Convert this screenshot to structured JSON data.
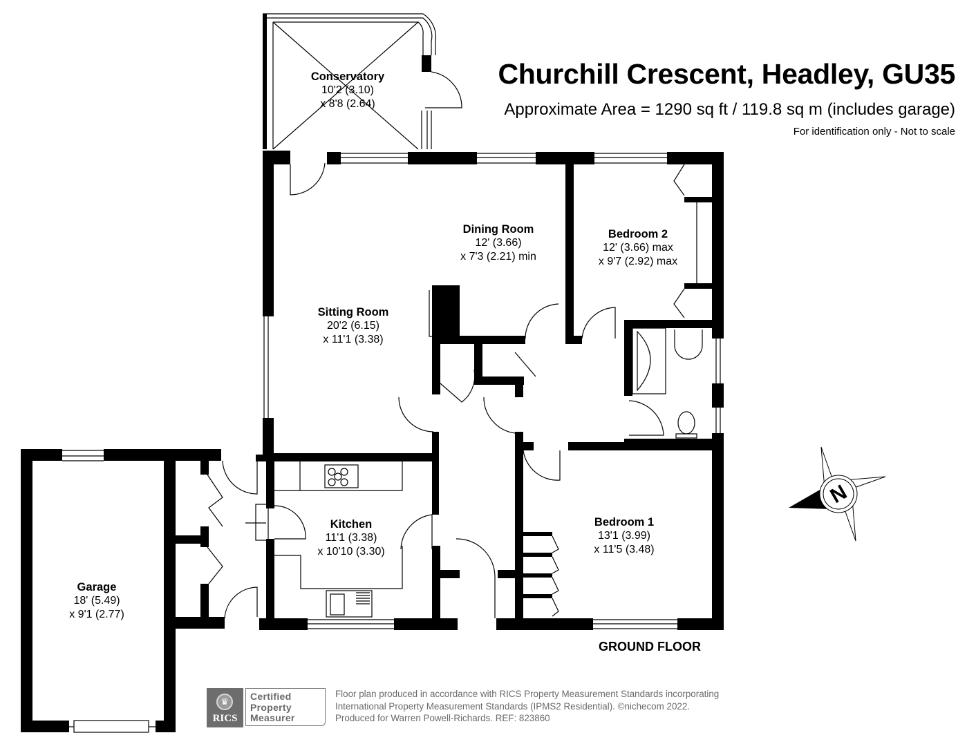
{
  "header": {
    "title": "Churchill Crescent, Headley, GU35",
    "area": "Approximate Area = 1290 sq ft / 119.8 sq m (includes garage)",
    "note": "For identification only - Not to scale"
  },
  "floor": {
    "label": "GROUND FLOOR"
  },
  "rooms": [
    {
      "name": "Conservatory",
      "dim1": "10'2 (3.10)",
      "dim2": "x 8'8 (2.64)"
    },
    {
      "name": "Dining Room",
      "dim1": "12' (3.66)",
      "dim2": "x 7'3 (2.21) min"
    },
    {
      "name": "Bedroom 2",
      "dim1": "12' (3.66) max",
      "dim2": "x 9'7 (2.92) max"
    },
    {
      "name": "Sitting Room",
      "dim1": "20'2 (6.15)",
      "dim2": "x 11'1 (3.38)"
    },
    {
      "name": "Kitchen",
      "dim1": "11'1 (3.38)",
      "dim2": "x 10'10 (3.30)"
    },
    {
      "name": "Bedroom 1",
      "dim1": "13'1 (3.99)",
      "dim2": "x 11'5 (3.48)"
    },
    {
      "name": "Garage",
      "dim1": "18' (5.49)",
      "dim2": "x 9'1 (2.77)"
    }
  ],
  "compass": {
    "letter": "N"
  },
  "badge": {
    "org": "RICS",
    "line1": "Certified",
    "line2": "Property",
    "line3": "Measurer"
  },
  "footer": {
    "line1": "Floor plan produced in accordance with RICS Property Measurement Standards incorporating",
    "line2": "International Property Measurement Standards (IPMS2 Residential).   ©nichecom 2022.",
    "line3": "Produced for Warren Powell-Richards.   REF:  823860"
  },
  "colors": {
    "wall": "#000000",
    "footer_text": "#6a6a6a",
    "badge_bg": "#6d6d6d"
  }
}
